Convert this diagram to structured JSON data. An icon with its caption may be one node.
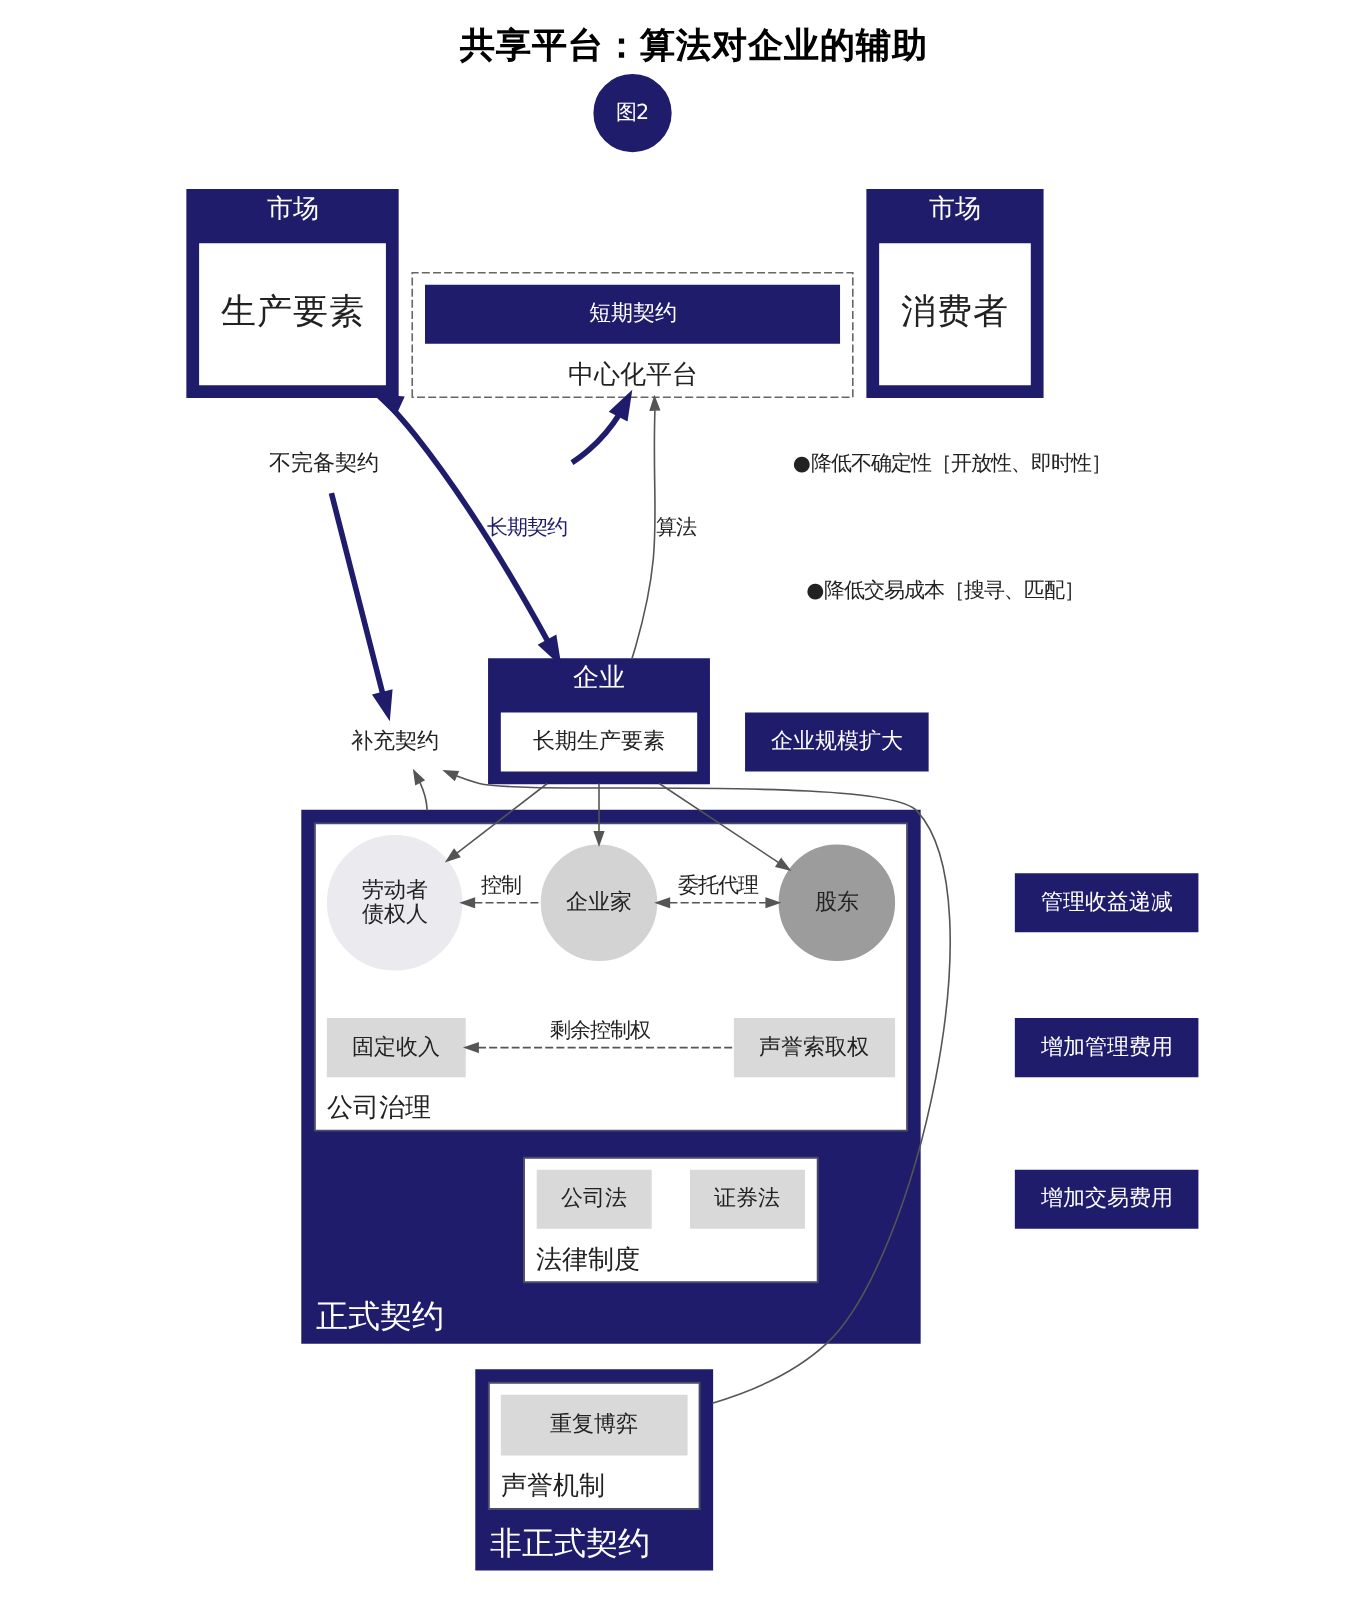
{
  "diagram": {
    "title": "共享平台：算法对企业的辅助",
    "nodes": [
      {
        "text": [
          "图2"
        ]
      },
      {
        "text": [
          "市场"
        ]
      },
      {
        "text": [
          "生产要素"
        ],
        "in": 1
      },
      {
        "text": [
          "中心化平台"
        ]
      },
      {
        "text": [
          "短期契约"
        ],
        "in": 3
      },
      {
        "text": [
          "市场"
        ]
      },
      {
        "text": [
          "消费者"
        ],
        "in": 5
      },
      {
        "text": [
          "企业"
        ]
      },
      {
        "text": [
          "长期生产要素"
        ],
        "in": 7
      },
      {
        "text": [
          "不完备契约"
        ]
      },
      {
        "text": [
          "补充契约"
        ]
      },
      {
        "text": [
          "企业规模扩大"
        ]
      },
      {
        "text": [
          "正式契约"
        ]
      },
      {
        "text": [
          "公司治理"
        ],
        "in": 12
      },
      {
        "text": [
          "劳动者",
          "债权人"
        ],
        "in": 13
      },
      {
        "text": [
          "企业家"
        ],
        "in": 13
      },
      {
        "text": [
          "股东"
        ],
        "in": 13
      },
      {
        "text": [
          "固定收入"
        ],
        "in": 13
      },
      {
        "text": [
          "声誉索取权"
        ],
        "in": 13
      },
      {
        "text": [
          "管理收益递减"
        ]
      },
      {
        "text": [
          "增加管理费用"
        ]
      },
      {
        "text": [
          "法律制度"
        ],
        "in": 12
      },
      {
        "text": [
          "公司法"
        ],
        "in": 21
      },
      {
        "text": [
          "证券法"
        ],
        "in": 21
      },
      {
        "text": [
          "增加交易费用"
        ]
      },
      {
        "text": [
          "非正式契约"
        ]
      },
      {
        "text": [
          "声誉机制"
        ],
        "in": 25
      },
      {
        "text": [
          "重复博弈"
        ],
        "in": 26
      }
    ],
    "edges": [
      {
        "from": 1,
        "to": 7,
        "label": "长期契约",
        "arrow": "both",
        "style": "thick",
        "color": "#1f1c6c"
      },
      {
        "from": null,
        "to": 3,
        "arrow": "to",
        "style": "thick",
        "color": "#1f1c6c"
      },
      {
        "from": 9,
        "to": 10,
        "arrow": "to",
        "style": "thick",
        "color": "#1f1c6c"
      },
      {
        "from": 7,
        "to": 3,
        "label": "算法",
        "arrow": "to"
      },
      {
        "from": 7,
        "to": 14,
        "arrow": "to"
      },
      {
        "from": 7,
        "to": 15,
        "arrow": "to"
      },
      {
        "from": 7,
        "to": 16,
        "arrow": "to"
      },
      {
        "from": 12,
        "to": 10,
        "arrow": "to"
      },
      {
        "from": 25,
        "to": 10,
        "arrow": "to"
      },
      {
        "from": 15,
        "to": 14,
        "label": "控制",
        "arrow": "to",
        "style": "dashed"
      },
      {
        "from": 15,
        "to": 16,
        "label": "委托代理",
        "arrow": "both",
        "style": "dashed"
      },
      {
        "from": 18,
        "to": 17,
        "label": "剩余控制权",
        "arrow": "to",
        "style": "dashed"
      }
    ],
    "labels": [
      "●降低不确定性［开放性、即时性］",
      "●降低交易成本［搜寻、匹配］"
    ]
  }
}
